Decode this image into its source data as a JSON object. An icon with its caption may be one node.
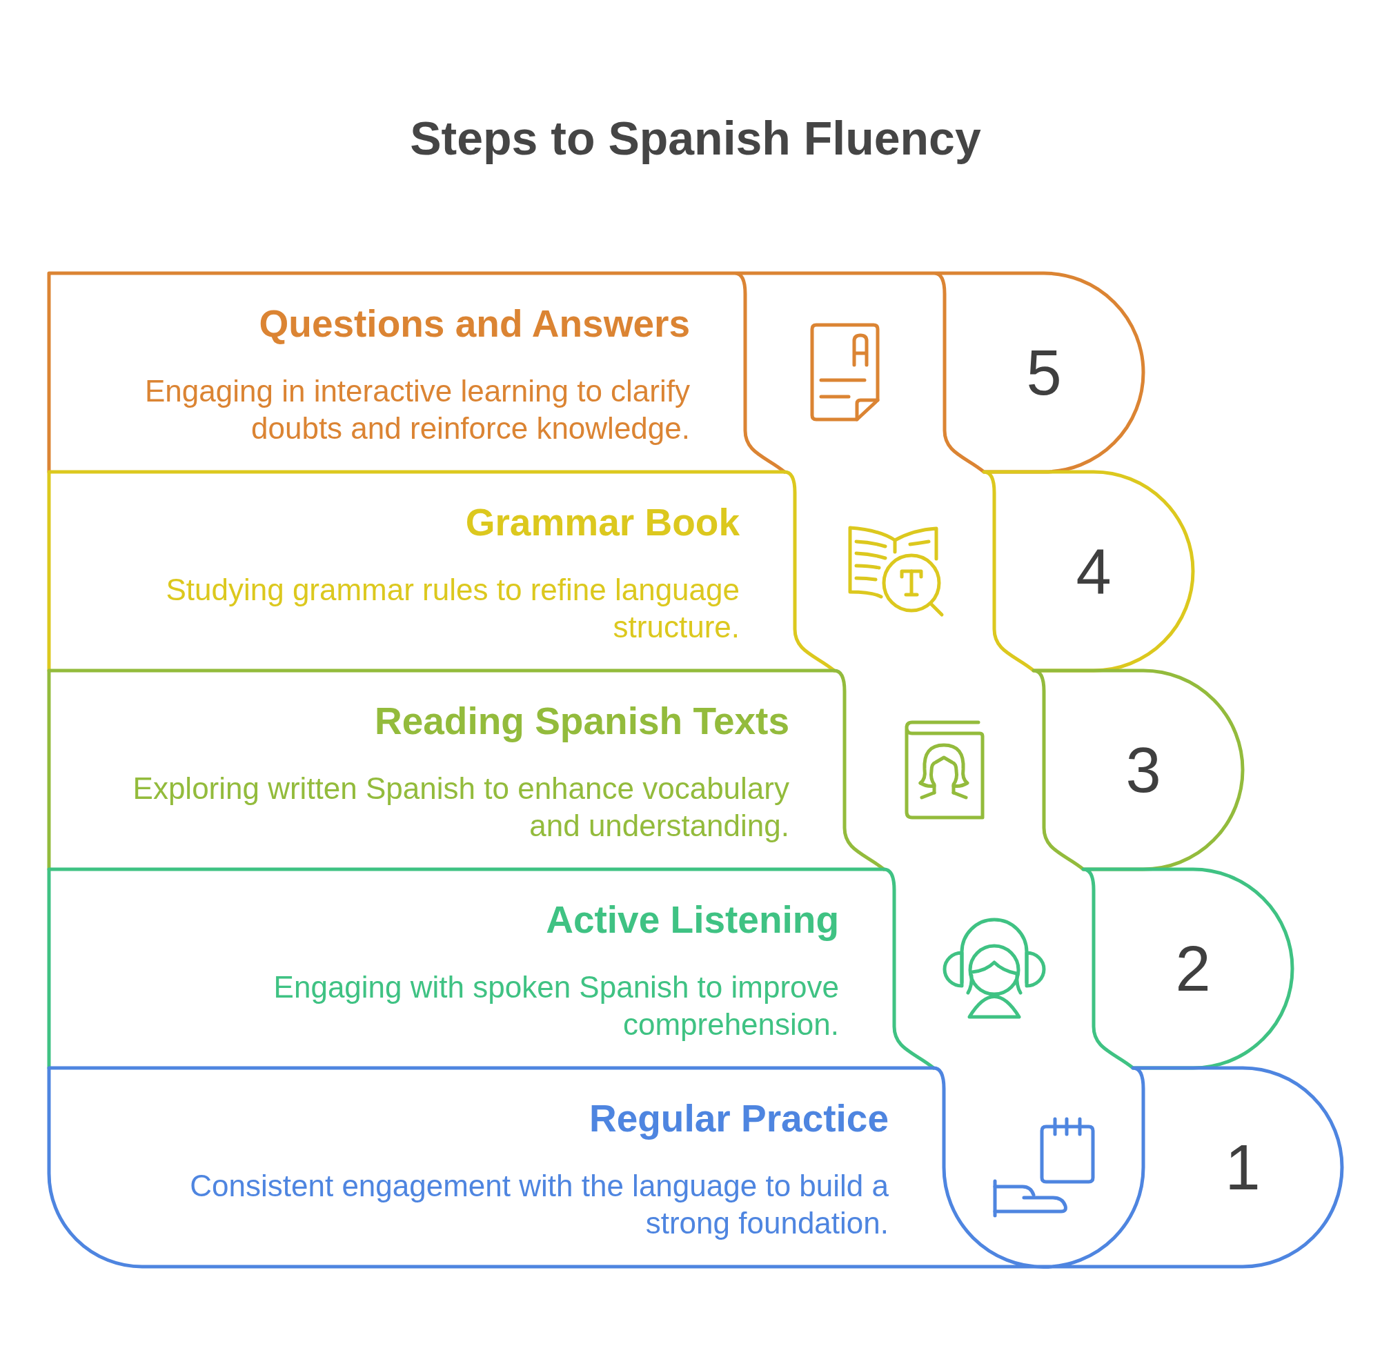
{
  "diagram": {
    "title": "Steps to Spanish Fluency",
    "nodes": [
      {
        "text": [
          "Questions and Answers",
          "Engaging in interactive learning to clarify doubts and reinforce knowledge.",
          "5"
        ]
      },
      {
        "text": [
          "Grammar Book",
          "Studying grammar rules to refine language structure.",
          "4"
        ]
      },
      {
        "text": [
          "Reading Spanish Texts",
          "Exploring written Spanish to enhance vocabulary and understanding.",
          "3"
        ]
      },
      {
        "text": [
          "Active Listening",
          "Engaging with spoken Spanish to improve comprehension.",
          "2"
        ]
      },
      {
        "text": [
          "Regular Practice",
          "Consistent engagement with the language to build a strong foundation.",
          "1"
        ]
      }
    ]
  }
}
